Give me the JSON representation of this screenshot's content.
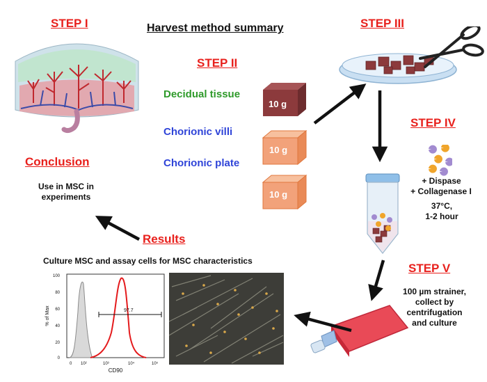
{
  "title": "Harvest method summary",
  "steps": {
    "step1": "STEP I",
    "step2": "STEP II",
    "step3": "STEP III",
    "step4": "STEP IV",
    "step5": "STEP V"
  },
  "tissues": {
    "decidual": "Decidual tissue",
    "villi": "Chorionic villi",
    "plate": "Chorionic plate"
  },
  "cubes": {
    "c1": "10 g",
    "c2": "10 g",
    "c3": "10 g"
  },
  "enzymes": {
    "dispase": "+ Dispase",
    "collagenase": "+ Collagenase I",
    "temp": "37°C,",
    "time": "1-2 hour"
  },
  "strainer": {
    "line1": "100 µm strainer,",
    "line2": "collect by",
    "line3": "centrifugation",
    "line4": "and culture"
  },
  "results": {
    "label": "Results",
    "caption": "Culture MSC and assay cells for MSC characteristics"
  },
  "conclusion": {
    "label": "Conclusion",
    "line1": "Use in MSC in",
    "line2": "experiments"
  },
  "histogram": {
    "ylabel": "% of Max",
    "xlabel": "CD90",
    "gate_value": "97.7",
    "yticks": [
      "100",
      "80",
      "60",
      "40",
      "20",
      "0"
    ],
    "xticks": [
      "0",
      "10²",
      "10³",
      "10⁴",
      "10⁵"
    ]
  },
  "colors": {
    "step_red": "#e8201c",
    "tissue_green": "#2e9a2a",
    "villi_blue": "#2f44d8",
    "dark_cube": "#8c3a3c",
    "light_cube": "#f2a27a",
    "histogram_red": "#e41a1c"
  }
}
